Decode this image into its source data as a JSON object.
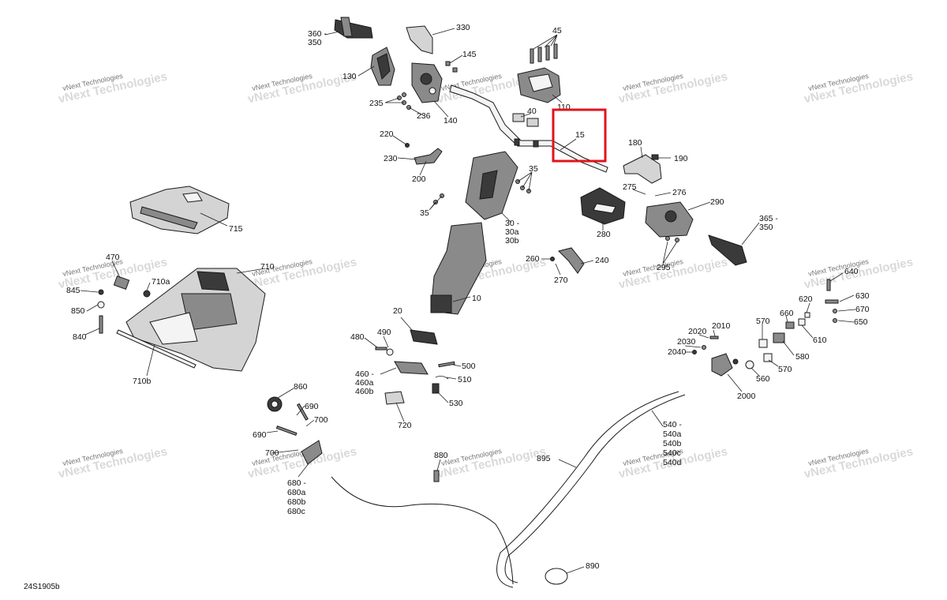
{
  "diagram_code": "24S1905b",
  "highlighted_callout": "15",
  "watermark": {
    "line1": "vNext Technologies",
    "line2": "vNext Technologies"
  },
  "callouts": {
    "c360": "360 -",
    "c350a": "350",
    "c330": "330",
    "c45": "45",
    "c145": "145",
    "c130": "130",
    "c110": "110",
    "c235": "235",
    "c236": "236",
    "c140": "140",
    "c40": "40",
    "c15": "15",
    "c220": "220",
    "c230": "230",
    "c180": "180",
    "c190": "190",
    "c200": "200",
    "c35a": "35",
    "c35b": "35",
    "c275": "275",
    "c276": "276",
    "c290": "290",
    "c715": "715",
    "c30": "30 -",
    "c30a": "30a",
    "c30b": "30b",
    "c280": "280",
    "c365": "365 -",
    "c350b": "350",
    "c470": "470",
    "c710": "710",
    "c710a": "710a",
    "c845": "845",
    "c850": "850",
    "c840": "840",
    "c10": "10",
    "c260": "260",
    "c270": "270",
    "c240": "240",
    "c295": "295",
    "c640": "640",
    "c630": "630",
    "c620": "620",
    "c670": "670",
    "c650": "650",
    "c20": "20",
    "c490": "490",
    "c480": "480",
    "c460": "460 -",
    "c460a": "460a",
    "c460b": "460b",
    "c500": "500",
    "c510": "510",
    "c530": "530",
    "c720": "720",
    "c710b": "710b",
    "c2020": "2020",
    "c2010": "2010",
    "c2030": "2030",
    "c2040": "2040",
    "c570a": "570",
    "c660": "660",
    "c610": "610",
    "c580": "580",
    "c570b": "570",
    "c560": "560",
    "c2000": "2000",
    "c860": "860",
    "c690a": "690",
    "c690b": "690",
    "c700a": "700",
    "c700b": "700",
    "c880": "880",
    "c895": "895",
    "c540": "540 -",
    "c540a": "540a",
    "c540b": "540b",
    "c540c": "540c",
    "c540d": "540d",
    "c680": "680 -",
    "c680a": "680a",
    "c680b": "680b",
    "c680c": "680c",
    "c890": "890"
  }
}
